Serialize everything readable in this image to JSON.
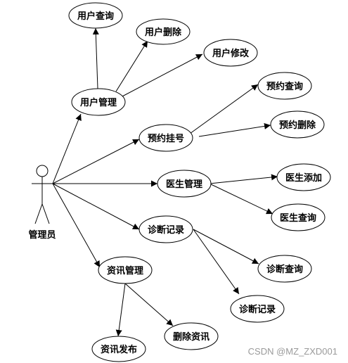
{
  "actor": {
    "label": "管理员"
  },
  "nodes": {
    "user_mgmt": "用户管理",
    "user_query": "用户查询",
    "user_delete": "用户删除",
    "user_edit": "用户修改",
    "reg": "预约挂号",
    "reg_query": "预约查询",
    "reg_delete": "预约删除",
    "doctor_mgmt": "医生管理",
    "doctor_add": "医生添加",
    "doctor_query": "医生查询",
    "diag": "诊断记录",
    "diag_query": "诊断查询",
    "diag_record": "诊断记录",
    "info_mgmt": "资讯管理",
    "info_publish": "资讯发布",
    "info_delete": "删除资讯"
  },
  "watermark": "CSDN @MZ_ZXD001"
}
